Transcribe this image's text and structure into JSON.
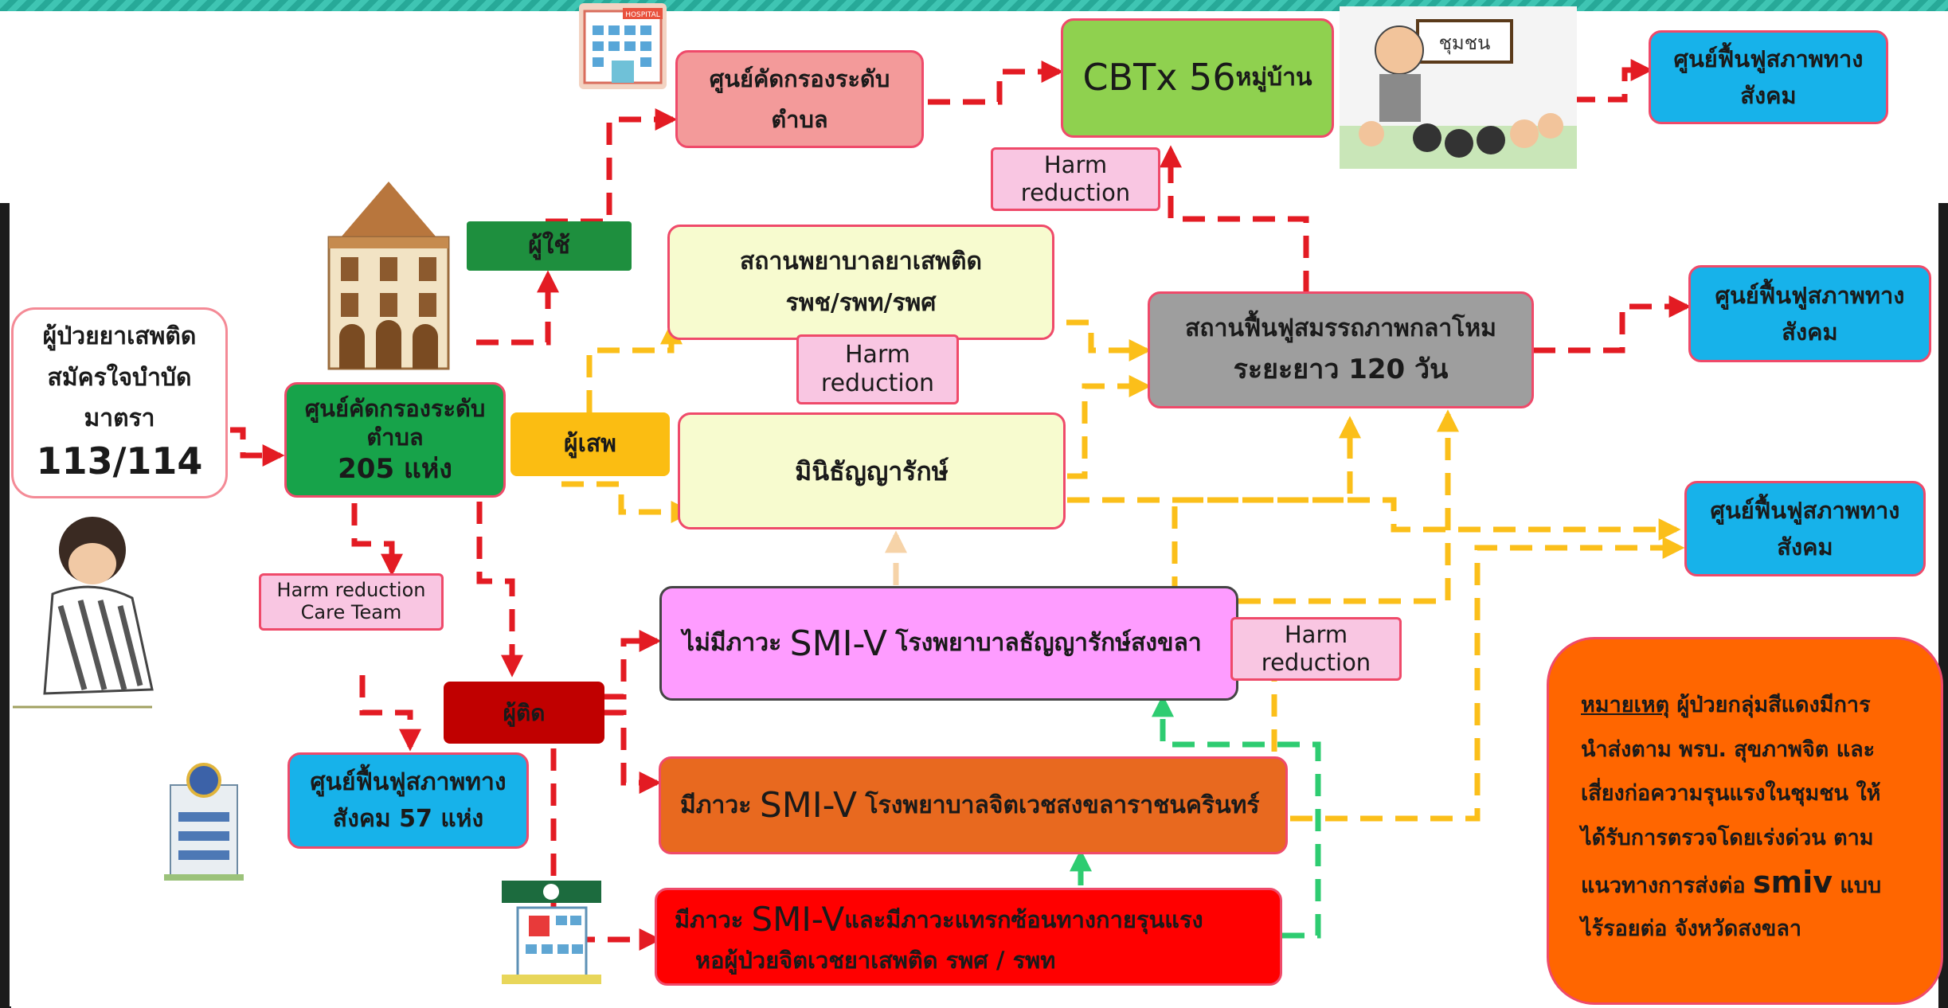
{
  "nodes": {
    "patients": {
      "lines": [
        "ผู้ป่วยยาเสพติด",
        "สมัครใจบำบัด",
        "มาตรา"
      ],
      "number": "113/114"
    },
    "screening_main": {
      "lines": [
        "ศูนย์คัดกรองระดับ",
        "ตำบล"
      ],
      "count": "205 แห่ง"
    },
    "user": {
      "label": "ผู้ใช้"
    },
    "abuser": {
      "label": "ผู้เสพ"
    },
    "addict": {
      "label": "ผู้ติด"
    },
    "screening_top": {
      "lines": [
        "ศูนย์คัดกรองระดับ",
        "ตำบล"
      ]
    },
    "cbtx": {
      "prefix": "CBTx 56",
      "suffix": "หมู่บ้าน"
    },
    "drug_hospital": {
      "lines": [
        "สถานพยาบาลยาเสพติด",
        "รพช/รพท/รพศ"
      ]
    },
    "minithanyarak": {
      "label": "มินิธัญญารักษ์"
    },
    "rehab_120": {
      "line1": "สถานฟื้นฟูสมรรถภาพกลาโหม",
      "line2": "ระยะยาว 120 วัน"
    },
    "no_smiv": {
      "prefix": "ไม่มีภาวะ ",
      "big": "SMI-V",
      "suffix": " โรงพยาบาลธัญญารักษ์สงขลา"
    },
    "smiv": {
      "prefix": "มีภาวะ ",
      "big": "SMI-V",
      "suffix": " โรงพยาบาลจิตเวชสงขลาราชนครินทร์"
    },
    "smiv_severe": {
      "prefix": "มีภาวะ ",
      "big": "SMI-V",
      "suffix": "และมีภาวะแทรกซ้อนทางกายรุนแรง",
      "line2": "หอผู้ป่วยจิตเวชยาเสพติด รพศ / รพท"
    },
    "social_rehab_57": {
      "line1": "ศูนย์ฟื้นฟูสภาพทาง",
      "line2": "สังคม 57 แห่ง"
    },
    "social_rehab_1": {
      "lines": [
        "ศูนย์ฟื้นฟูสภาพทาง",
        "สังคม"
      ]
    },
    "social_rehab_2": {
      "lines": [
        "ศูนย์ฟื้นฟูสภาพทาง",
        "สังคม"
      ]
    },
    "social_rehab_3": {
      "lines": [
        "ศูนย์ฟื้นฟูสภาพทาง",
        "สังคม"
      ]
    }
  },
  "harm_reduction": {
    "care_team": [
      "Harm reduction",
      "Care Team"
    ],
    "label_1": [
      "Harm",
      "reduction"
    ],
    "label_2": [
      "Harm",
      "reduction"
    ],
    "label_3": [
      "Harm",
      "reduction"
    ]
  },
  "note": {
    "heading": "หมายเหตุ",
    "lines": [
      " ผู้ป่วยกลุ่มสีแดงมีการ",
      "นำส่งตาม พรบ. สุขภาพจิต และ",
      "เสี่ยงก่อความรุนแรงในชุมชน ให้",
      "ได้รับการตรวจโดยเร่งด่วน ตาม"
    ],
    "line5_prefix": "แนวทางการส่งต่อ ",
    "line5_big": "smiv",
    "line5_suffix": " แบบ",
    "line6": "ไร้รอยต่อ จังหวัดสงขลา"
  },
  "images": {
    "hospital_sign": "HOSPITAL",
    "community_sign": "ชุมชน"
  },
  "colors": {
    "red_arrow": "#e31b23",
    "yellow_arrow": "#fbbf1a",
    "green_arrow": "#2ecc71",
    "peach_arrow": "#f6d3a8",
    "green_box": "#17a34a",
    "dark_green_box": "#1e8f3e",
    "pink_box": "#f39a9a",
    "lime_box": "#8fd14f",
    "cream_box": "#f7fbcf",
    "gray_box": "#9e9e9e",
    "magenta_box": "#fe9cff",
    "orange_box": "#e8691f",
    "red_box": "#ff0000",
    "blue_box": "#17b2ea",
    "note_box": "#ff6600",
    "harm_box": "#f9c6e2"
  }
}
